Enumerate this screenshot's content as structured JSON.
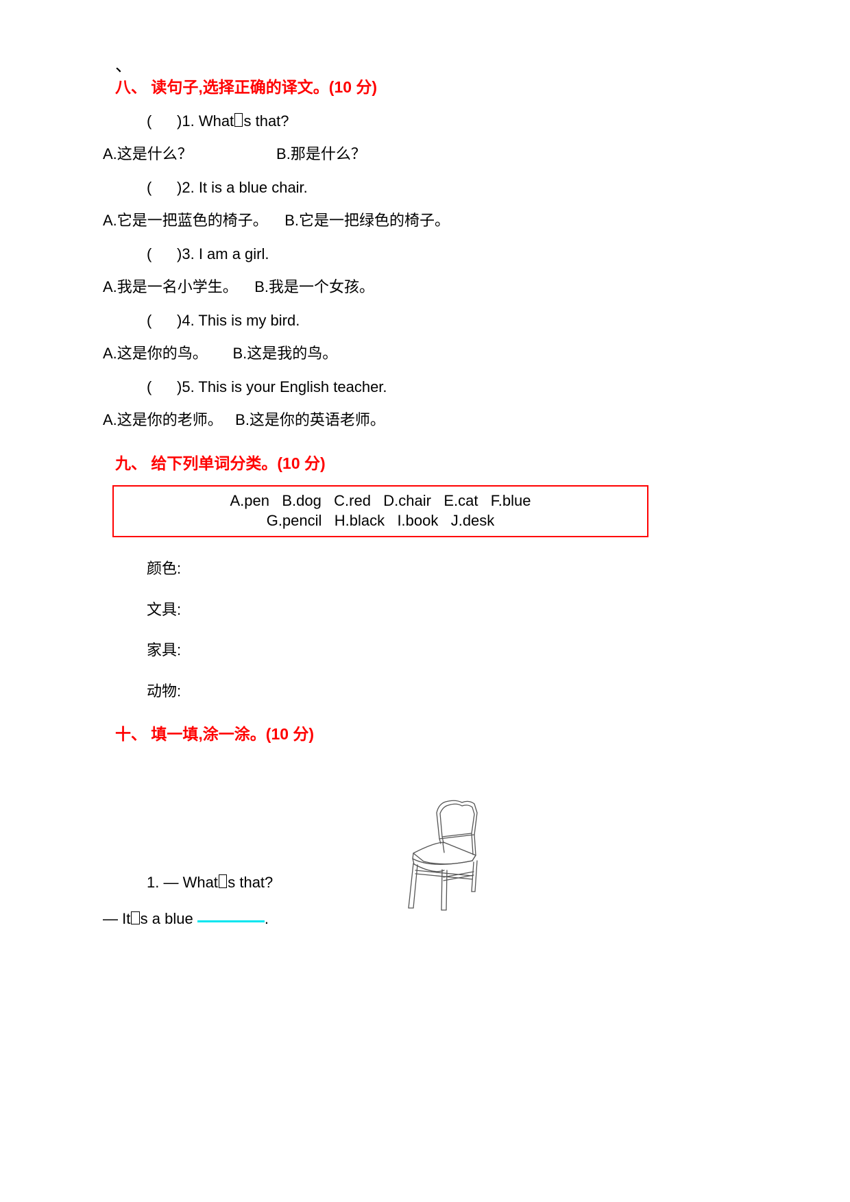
{
  "page": {
    "stray_mark": "、"
  },
  "section_8": {
    "heading": "八、 读句子,选择正确的译文。(10 分)",
    "items": [
      {
        "bracket": "(      )",
        "number": "1.",
        "sentence": "What",
        "sentence_tail": "s that?",
        "option_a": "A.这是什么？",
        "option_b": "B.那是什么？",
        "option_spacing": "                    "
      },
      {
        "bracket": "(      )",
        "number": "2.",
        "sentence": "It is a blue chair.",
        "sentence_tail": "",
        "option_a": "A.它是一把蓝色的椅子。",
        "option_b": "B.它是一把绿色的椅子。",
        "option_spacing": "    "
      },
      {
        "bracket": "(      )",
        "number": "3.",
        "sentence": "I am a girl.",
        "sentence_tail": "",
        "option_a": "A.我是一名小学生。",
        "option_b": "B.我是一个女孩。",
        "option_spacing": "    "
      },
      {
        "bracket": "(      )",
        "number": "4.",
        "sentence": "This is my bird.",
        "sentence_tail": "",
        "option_a": "A.这是你的鸟。",
        "option_b": "B.这是我的鸟。",
        "option_spacing": "      "
      },
      {
        "bracket": "(      )",
        "number": "5.",
        "sentence": "This is your English teacher.",
        "sentence_tail": "",
        "option_a": "A.这是你的老师。",
        "option_b": "B.这是你的英语老师。",
        "option_spacing": "   "
      }
    ]
  },
  "section_9": {
    "heading": "九、 给下列单词分类。(10 分)",
    "wordbank": {
      "line1": "A.pen   B.dog   C.red   D.chair   E.cat   F.blue",
      "line2": "G.pencil   H.black   I.book   J.desk",
      "border_color": "#ff0000",
      "words": [
        {
          "letter": "A",
          "word": "pen"
        },
        {
          "letter": "B",
          "word": "dog"
        },
        {
          "letter": "C",
          "word": "red"
        },
        {
          "letter": "D",
          "word": "chair"
        },
        {
          "letter": "E",
          "word": "cat"
        },
        {
          "letter": "F",
          "word": "blue"
        },
        {
          "letter": "G",
          "word": "pencil"
        },
        {
          "letter": "H",
          "word": "black"
        },
        {
          "letter": "I",
          "word": "book"
        },
        {
          "letter": "J",
          "word": "desk"
        }
      ]
    },
    "categories": [
      "颜色:",
      "文具:",
      "家具:",
      "动物:"
    ]
  },
  "section_10": {
    "heading": "十、 填一填,涂一涂。(10 分)",
    "image_name": "chair-line-drawing",
    "question_number": "1. — What",
    "question_tail": "s that?",
    "answer_prefix": "— It",
    "answer_middle": "s a blue ",
    "answer_suffix": ".",
    "blank_color": "#00e5ef"
  }
}
